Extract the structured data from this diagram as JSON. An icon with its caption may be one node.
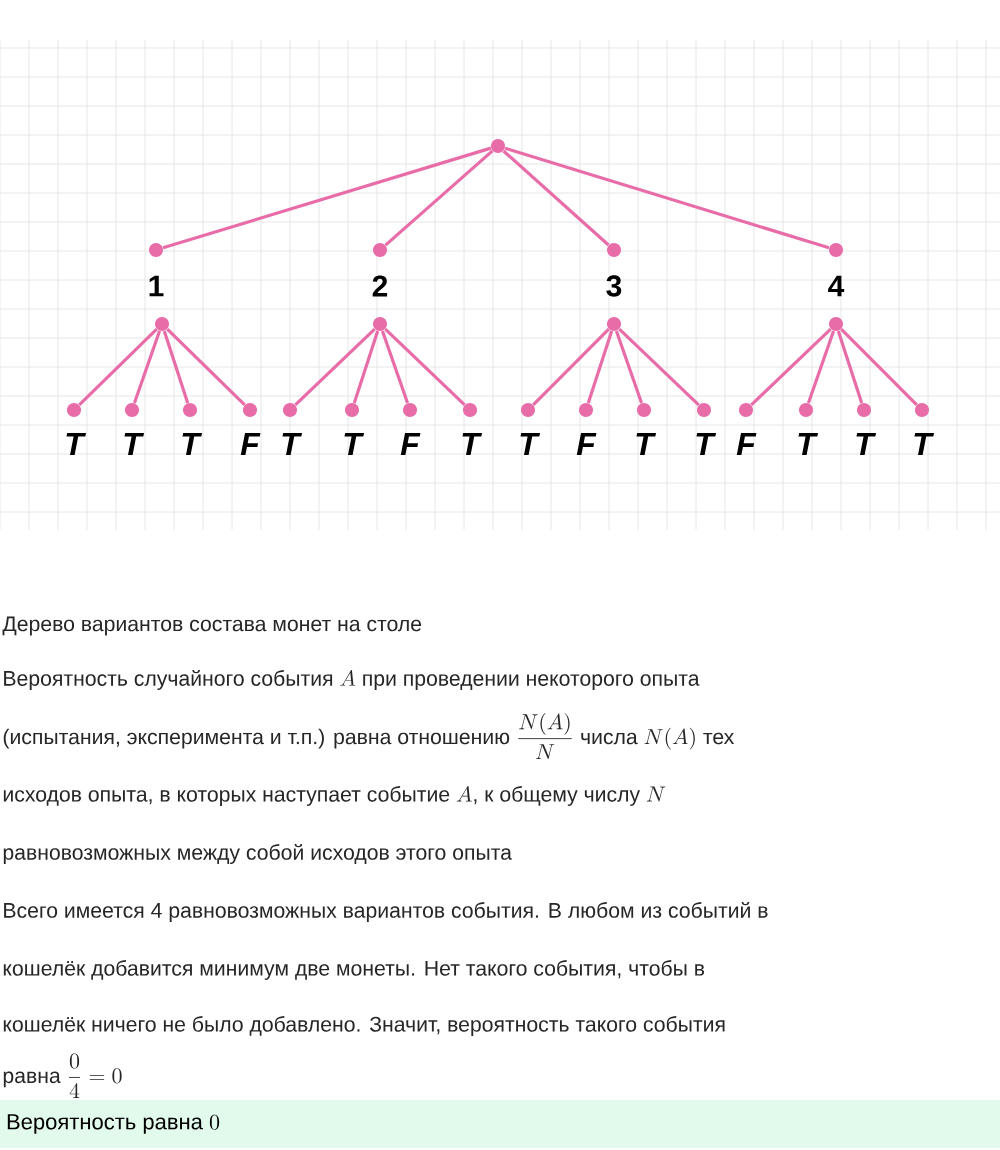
{
  "diagram": {
    "nodes": [
      {
        "text": [],
        "shape": "circle"
      },
      {
        "text": [],
        "shape": "circle",
        "beside": [
          "1"
        ]
      },
      {
        "text": [],
        "shape": "circle",
        "beside": [
          "2"
        ]
      },
      {
        "text": [],
        "shape": "circle",
        "beside": [
          "3"
        ]
      },
      {
        "text": [],
        "shape": "circle",
        "beside": [
          "4"
        ]
      },
      {
        "text": [],
        "shape": "circle"
      },
      {
        "text": [],
        "shape": "circle"
      },
      {
        "text": [],
        "shape": "circle"
      },
      {
        "text": [],
        "shape": "circle"
      },
      {
        "text": [],
        "shape": "circle",
        "beside": [
          "T"
        ]
      },
      {
        "text": [],
        "shape": "circle",
        "beside": [
          "T"
        ]
      },
      {
        "text": [],
        "shape": "circle",
        "beside": [
          "T"
        ]
      },
      {
        "text": [],
        "shape": "circle",
        "beside": [
          "F"
        ]
      },
      {
        "text": [],
        "shape": "circle",
        "beside": [
          "T"
        ]
      },
      {
        "text": [],
        "shape": "circle",
        "beside": [
          "T"
        ]
      },
      {
        "text": [],
        "shape": "circle",
        "beside": [
          "F"
        ]
      },
      {
        "text": [],
        "shape": "circle",
        "beside": [
          "T"
        ]
      },
      {
        "text": [],
        "shape": "circle",
        "beside": [
          "T"
        ]
      },
      {
        "text": [],
        "shape": "circle",
        "beside": [
          "F"
        ]
      },
      {
        "text": [],
        "shape": "circle",
        "beside": [
          "T"
        ]
      },
      {
        "text": [],
        "shape": "circle",
        "beside": [
          "T"
        ]
      },
      {
        "text": [],
        "shape": "circle",
        "beside": [
          "F"
        ]
      },
      {
        "text": [],
        "shape": "circle",
        "beside": [
          "T"
        ]
      },
      {
        "text": [],
        "shape": "circle",
        "beside": [
          "T"
        ]
      },
      {
        "text": [],
        "shape": "circle",
        "beside": [
          "T"
        ]
      },
      {
        "text": [
          "Вероятность равна",
          "0"
        ]
      }
    ],
    "edges": [
      {
        "from": 0,
        "to": 1,
        "arrow": "none"
      },
      {
        "from": 0,
        "to": 2,
        "arrow": "none"
      },
      {
        "from": 0,
        "to": 3,
        "arrow": "none"
      },
      {
        "from": 0,
        "to": 4,
        "arrow": "none"
      },
      {
        "from": 5,
        "to": 9,
        "arrow": "none"
      },
      {
        "from": 5,
        "to": 10,
        "arrow": "none"
      },
      {
        "from": 5,
        "to": 11,
        "arrow": "none"
      },
      {
        "from": 5,
        "to": 12,
        "arrow": "none"
      },
      {
        "from": 6,
        "to": 13,
        "arrow": "none"
      },
      {
        "from": 6,
        "to": 14,
        "arrow": "none"
      },
      {
        "from": 6,
        "to": 15,
        "arrow": "none"
      },
      {
        "from": 6,
        "to": 16,
        "arrow": "none"
      },
      {
        "from": 7,
        "to": 17,
        "arrow": "none"
      },
      {
        "from": 7,
        "to": 18,
        "arrow": "none"
      },
      {
        "from": 7,
        "to": 19,
        "arrow": "none"
      },
      {
        "from": 7,
        "to": 20,
        "arrow": "none"
      },
      {
        "from": 8,
        "to": 21,
        "arrow": "none"
      },
      {
        "from": 8,
        "to": 22,
        "arrow": "none"
      },
      {
        "from": 8,
        "to": 23,
        "arrow": "none"
      },
      {
        "from": 8,
        "to": 24,
        "arrow": "none"
      }
    ],
    "labels": [
      "Дерево вариантов состава монет на столе",
      "Вероятность случайного события",
      "A",
      "при проведении некоторого опыта",
      "(испытания, эксперимента и т.п.) равна отношению",
      "\\frac{N(A)}{N}",
      "числа",
      "N(A)",
      "тех",
      "исходов опыта, в которых наступает событие",
      "A",
      ", к общему числу",
      "N",
      "равновозможных между собой исходов этого опыта",
      "Всего имеется 4 равновозможных вариантов события. В любом из событий в",
      "кошелёк добавится минимум две монеты. Нет такого события, чтобы в",
      "кошелёк ничего не было добавлено. Значит, вероятность такого события",
      "равна",
      "\\frac{0}{4}=0"
    ]
  }
}
